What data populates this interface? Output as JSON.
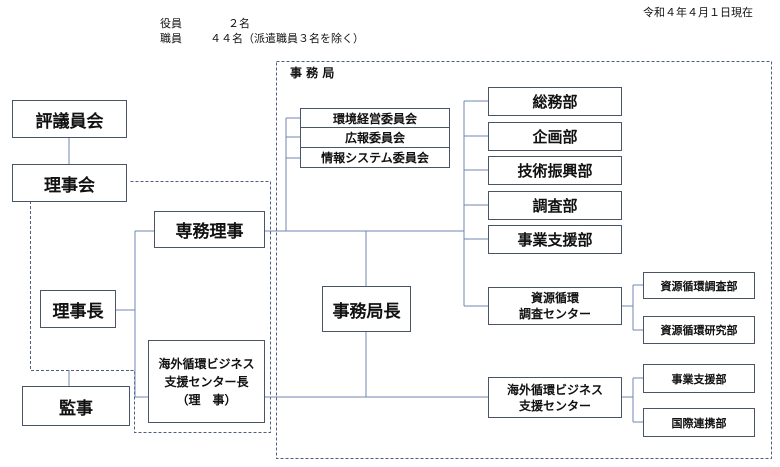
{
  "header": {
    "date": "令和４年４月１日現在",
    "officers_label": "役員",
    "officers_count": "２名",
    "staff_label": "職員",
    "staff_count": "４４名（派遣職員３名を除く）"
  },
  "diagram": {
    "secretariat_label": "事 務 局",
    "council": "評議員会",
    "board": "理事会",
    "chairman": "理事長",
    "auditor": "監事",
    "executive_director": "専務理事",
    "overseas_head": [
      "海外循環ビジネス",
      "支援センター長",
      "（理　事）"
    ],
    "secretary_general": "事務局長",
    "committees": [
      "環境経営委員会",
      "広報委員会",
      "情報システム委員会"
    ],
    "departments": [
      "総務部",
      "企画部",
      "技術振興部",
      "調査部",
      "事業支援部"
    ],
    "resource_center": [
      "資源循環",
      "調査センター"
    ],
    "resource_subs": [
      "資源循環調査部",
      "資源循環研究部"
    ],
    "overseas_center": [
      "海外循環ビジネス",
      "支援センター"
    ],
    "overseas_subs": [
      "事業支援部",
      "国際連携部"
    ]
  },
  "colors": {
    "line": "#6d7fa6",
    "border": "#4a5468",
    "dashed": "#556080"
  }
}
